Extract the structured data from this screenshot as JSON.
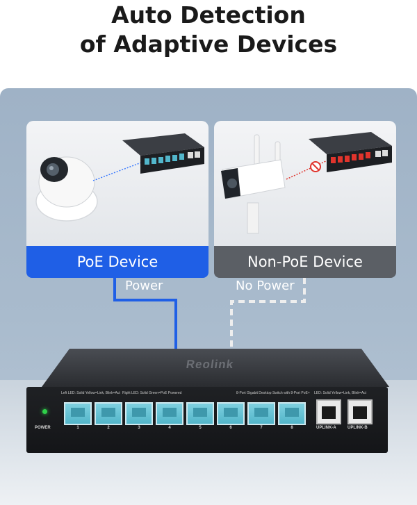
{
  "title": {
    "line1": "Auto Detection",
    "line2": "of Adaptive Devices"
  },
  "cards": {
    "poe": {
      "label": "PoE Device",
      "line_label": "Power",
      "color": "#1f5fe6"
    },
    "non_poe": {
      "label": "Non-PoE Device",
      "line_label": "No Power",
      "color": "#5b5f65"
    }
  },
  "switch": {
    "brand": "Reolink",
    "left_led_note": "Left LED: Solid Yellow=Link, Blink=Act",
    "right_led_note": "Right LED: Solid Green=PoE Powered",
    "model_note": "8-Port Gigabit Desktop Switch with 8-Port PoE+",
    "uplink_led_note": "LED: Solid Yellow=Link, Blink=Act",
    "power_label": "POWER",
    "ports": [
      "1",
      "2",
      "3",
      "4",
      "5",
      "6",
      "7",
      "8"
    ],
    "uplinks": [
      "UPLINK-A",
      "UPLINK-B"
    ]
  },
  "colors": {
    "poe_blue": "#1f5fe6",
    "port_cyan": "#6cc4d6",
    "led_green": "#2fd04a",
    "blocked_red": "#e0342c"
  }
}
